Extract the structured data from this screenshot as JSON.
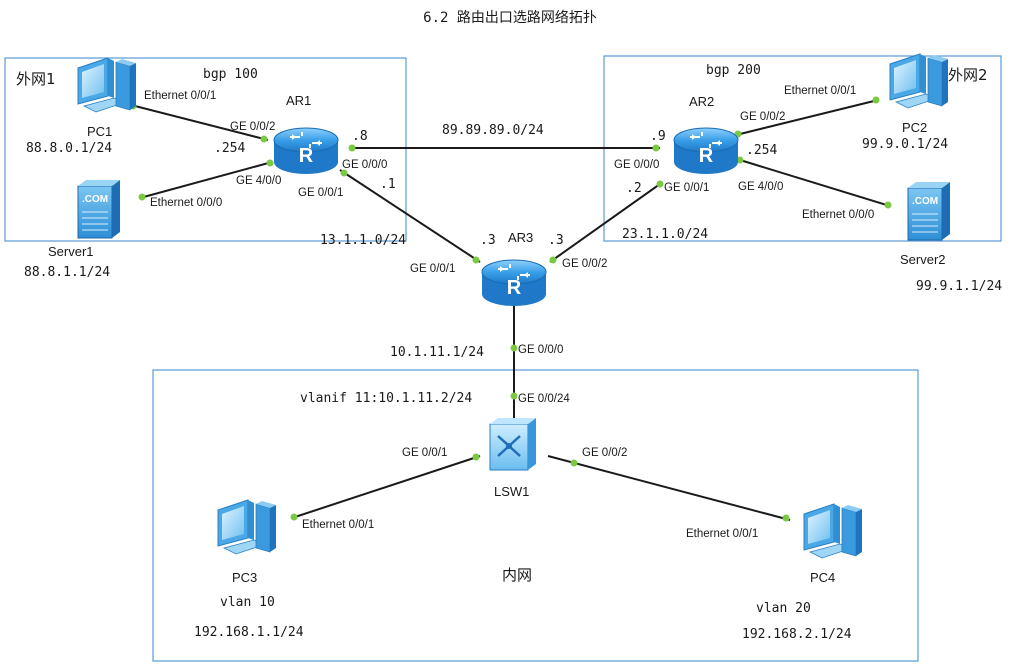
{
  "title": "6.2 路由出口选路网络拓扑",
  "areas": {
    "left_area_label": "外网1",
    "left_bgp": "bgp 100",
    "right_area_label": "外网2",
    "right_bgp": "bgp 200",
    "inner_label": "内网"
  },
  "devices": {
    "pc1": {
      "name": "PC1",
      "ip": "88.8.0.1/24"
    },
    "server1": {
      "name": "Server1",
      "ip": "88.8.1.1/24"
    },
    "ar1": {
      "name": "AR1"
    },
    "ar2": {
      "name": "AR2"
    },
    "ar3": {
      "name": "AR3"
    },
    "pc2": {
      "name": "PC2",
      "ip": "99.9.0.1/24"
    },
    "server2": {
      "name": "Server2",
      "ip": "99.9.1.1/24"
    },
    "lsw1": {
      "name": "LSW1"
    },
    "pc3": {
      "name": "PC3",
      "vlan": "vlan 10",
      "ip": "192.168.1.1/24"
    },
    "pc4": {
      "name": "PC4",
      "vlan": "vlan 20",
      "ip": "192.168.2.1/24"
    }
  },
  "ports": {
    "pc1_eth": "Ethernet 0/0/1",
    "ar1_ge002": "GE 0/0/2",
    "ar1_254": ".254",
    "ar1_ge400": "GE 4/0/0",
    "server1_eth": "Ethernet 0/0/0",
    "ar1_8": ".8",
    "ar1_ge000": "GE 0/0/0",
    "ar1_ge001": "GE 0/0/1",
    "ar1_1": ".1",
    "link_ar1_ar2": "89.89.89.0/24",
    "ar2_9": ".9",
    "ar2_ge000": "GE 0/0/0",
    "ar2_ge002": "GE 0/0/2",
    "pc2_eth": "Ethernet 0/0/1",
    "ar2_254": ".254",
    "ar2_ge400": "GE 4/0/0",
    "server2_eth": "Ethernet 0/0/0",
    "ar2_2": ".2",
    "ar2_ge001": "GE 0/0/1",
    "link_ar1_ar3": "13.1.1.0/24",
    "link_ar2_ar3": "23.1.1.0/24",
    "ar3_3_left": ".3",
    "ar3_3_right": ".3",
    "ar3_ge001": "GE 0/0/1",
    "ar3_ge002": "GE 0/0/2",
    "link_ar3_lsw": "10.1.11.1/24",
    "ar3_ge000": "GE 0/0/0",
    "vlanif": "vlanif 11:10.1.11.2/24",
    "lsw_ge0024": "GE 0/0/24",
    "lsw_ge001": "GE 0/0/1",
    "lsw_ge002": "GE 0/0/2",
    "pc3_eth": "Ethernet 0/0/1",
    "pc4_eth": "Ethernet 0/0/1"
  },
  "icons": {
    "pc": "pc-icon",
    "server": "server-icon",
    "router": "router-icon",
    "switch": "switch-icon"
  },
  "colors": {
    "area_border": "#5b9bd5",
    "link": "#1a1a1a",
    "port_dot": "#7ac943",
    "router_blue": "#2f8fd8"
  }
}
